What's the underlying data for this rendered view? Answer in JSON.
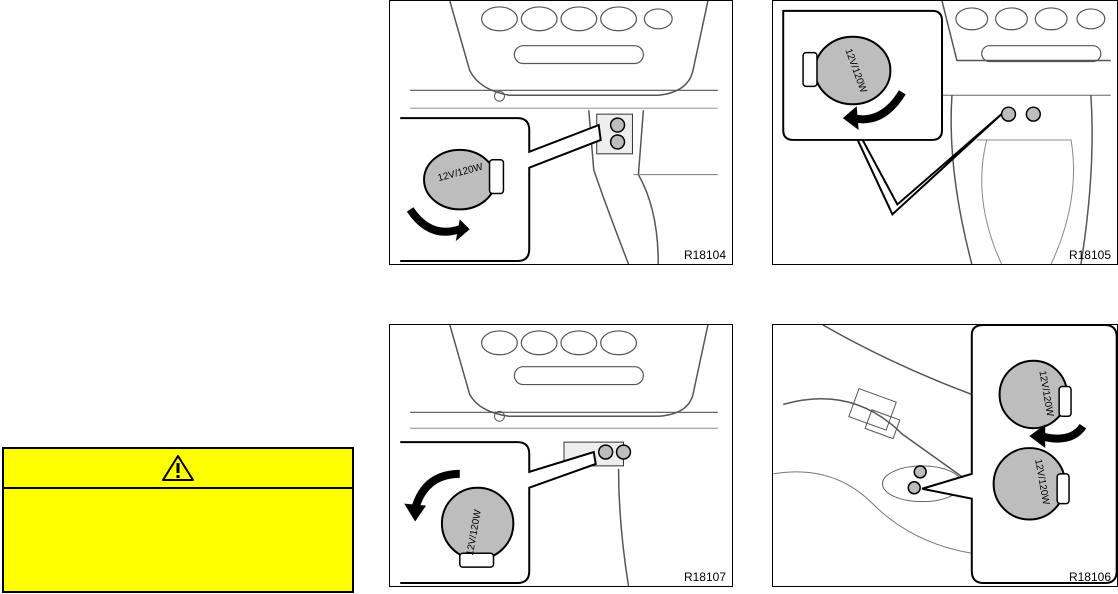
{
  "figures": [
    {
      "code": "R18104"
    },
    {
      "code": "R18105"
    },
    {
      "code": "R18107"
    },
    {
      "code": "R18106"
    }
  ],
  "bulb_marking": {
    "outlet": "12V/120W",
    "alternate": "12V/120W"
  },
  "caution": {
    "icon": "warning-triangle-icon",
    "body": ""
  },
  "colors": {
    "caution_background": "#ffff00",
    "line": "#000000",
    "fill_gray": "#bdbdbd"
  }
}
